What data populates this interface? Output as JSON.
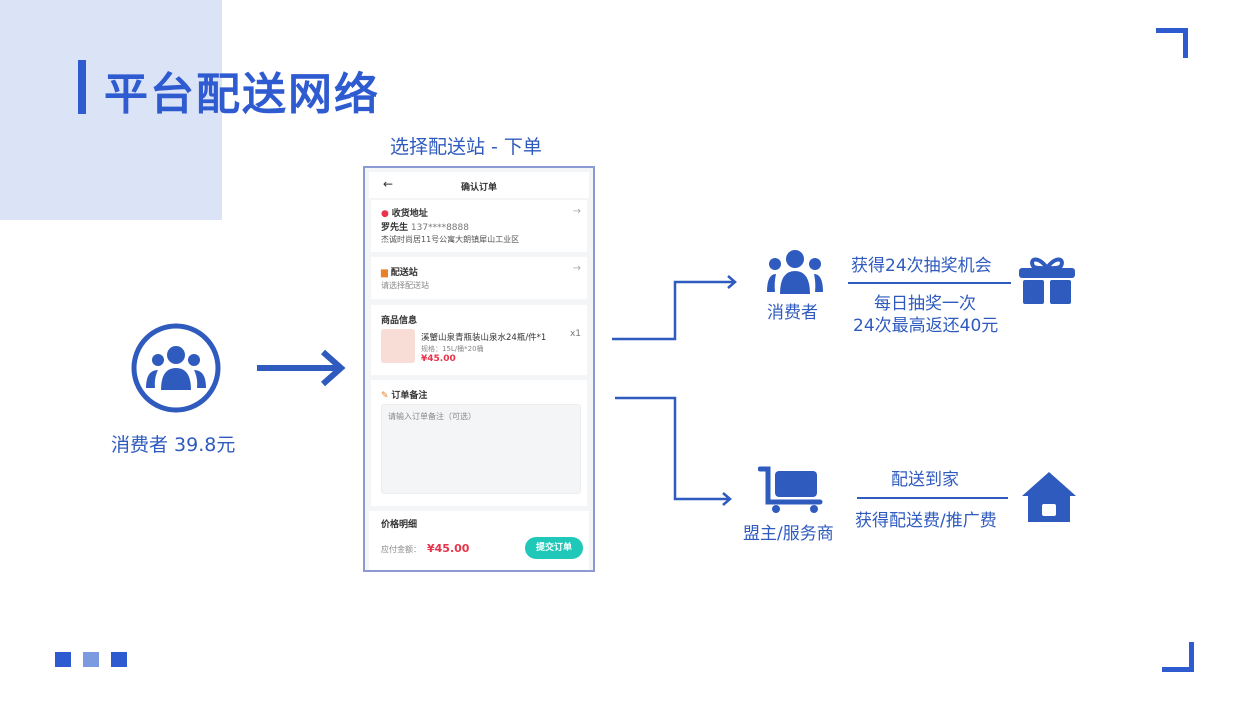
{
  "title": "平台配送网络",
  "left": {
    "label": "消费者 39.8元"
  },
  "phone": {
    "caption": "选择配送站 - 下单",
    "header": "确认订单",
    "address": {
      "title": "收货地址",
      "name": "罗先生",
      "phone": "137****8888",
      "detail": "杰诚时尚居11号公寓大朗镇犀山工业区"
    },
    "station": {
      "title": "配送站",
      "placeholder": "请选择配送站"
    },
    "goods": {
      "title": "商品信息",
      "name": "溪蟹山泉青瓶装山泉水24瓶/件*1",
      "spec": "规格：15L/桶*20桶",
      "price": "¥45.00",
      "qty": "x1"
    },
    "remark": {
      "title": "订单备注",
      "placeholder": "请输入订单备注（可选）"
    },
    "price_detail": "价格明细",
    "total_label": "应付金额：",
    "total": "¥45.00",
    "submit": "提交订单"
  },
  "consumer": {
    "label": "消费者",
    "top": "获得24次抽奖机会",
    "bottom1": "每日抽奖一次",
    "bottom2": "24次最高返还40元"
  },
  "merchant": {
    "label": "盟主/服务商",
    "top": "配送到家",
    "bottom": "获得配送费/推广费"
  },
  "colors": {
    "accent": "#2f5bbf",
    "price": "#e8334a",
    "submit": "#1fc8b8"
  }
}
